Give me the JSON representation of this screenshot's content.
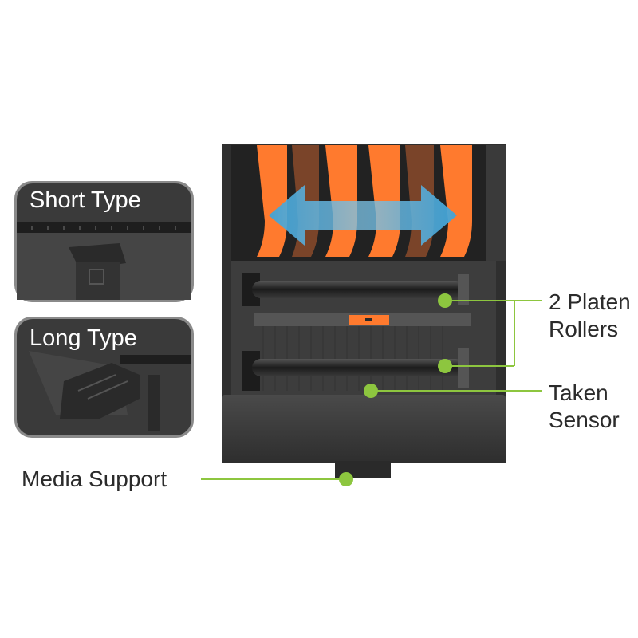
{
  "insets": {
    "short_type": "Short Type",
    "long_type": "Long Type"
  },
  "callouts": {
    "platen_line1": "2 Platen",
    "platen_line2": "Rollers",
    "sensor_line1": "Taken",
    "sensor_line2": "Sensor",
    "media_support": "Media Support"
  },
  "colors": {
    "callout": "#8dc63f",
    "guide": "#ff7a2e",
    "arrow": "#3fa3d8",
    "body": "#3a3a3a"
  },
  "icons": [
    "double-arrow-icon"
  ]
}
